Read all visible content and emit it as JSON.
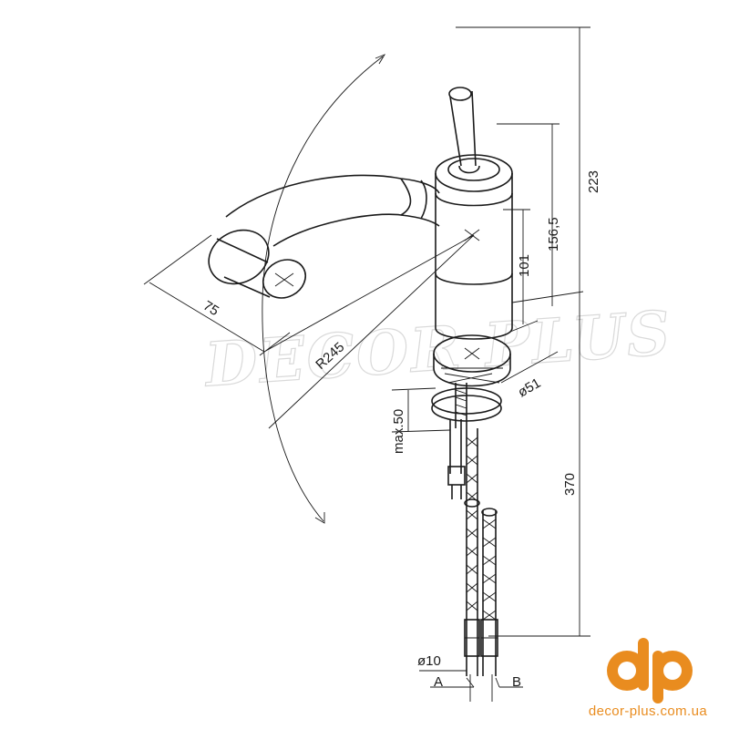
{
  "dimensions": {
    "total_height": "223",
    "spout_height": "156,5",
    "body_height": "101",
    "reach": "75",
    "radius": "R245",
    "deck_thickness": "max.50",
    "base_diameter": "ø51",
    "hose_length": "370",
    "hose_diameter": "ø10"
  },
  "hoses": {
    "left": "A",
    "right": "B"
  },
  "watermark": "DECOR PLUS",
  "logo": {
    "mark": "dp",
    "site": "decor-plus.com.ua",
    "color": "#e98c1f"
  }
}
